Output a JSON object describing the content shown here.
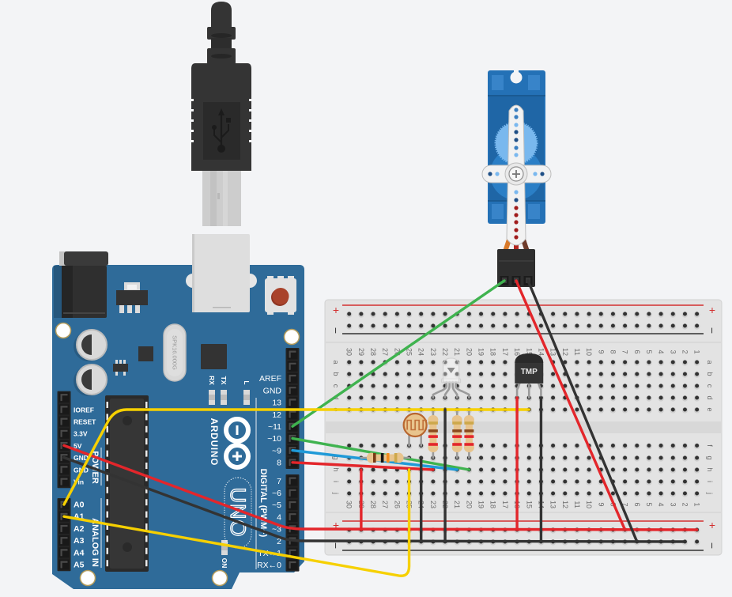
{
  "canvas": {
    "background": "#f3f4f6"
  },
  "usb_cable": {
    "connector_type": "USB-B",
    "icon": "usb-icon"
  },
  "arduino": {
    "brand": "ARDUINO",
    "model": "UNO",
    "logo_icon": "infinity-icon",
    "crystal_label": "SPK16.000G",
    "board_color": "#2f6b99",
    "labels": {
      "rx": "RX",
      "tx": "TX",
      "l": "L",
      "on": "ON",
      "power": "POWER",
      "analog": "ANALOG IN",
      "digital": "DIGITAL (PWM~)"
    },
    "headers": {
      "digital_upper": [
        "",
        "",
        "AREF",
        "GND",
        "13",
        "12",
        "~11",
        "~10",
        "~9",
        "8"
      ],
      "digital_lower": [
        "7",
        "~6",
        "~5",
        "4",
        "~3",
        "2",
        "TX→1",
        "RX←0"
      ],
      "power": [
        "",
        "IOREF",
        "RESET",
        "3.3V",
        "5V",
        "GND",
        "GND",
        "Vin"
      ],
      "analog": [
        "A0",
        "A1",
        "A2",
        "A3",
        "A4",
        "A5"
      ]
    }
  },
  "breadboard": {
    "column_labels": [
      "1",
      "2",
      "3",
      "4",
      "5",
      "6",
      "7",
      "8",
      "9",
      "10",
      "11",
      "12",
      "13",
      "14",
      "15",
      "16",
      "17",
      "18",
      "19",
      "20",
      "21",
      "22",
      "23",
      "24",
      "25",
      "26",
      "27",
      "28",
      "29",
      "30"
    ],
    "rows_upper": [
      "a",
      "b",
      "c",
      "d",
      "e"
    ],
    "rows_lower": [
      "f",
      "g",
      "h",
      "i",
      "j"
    ],
    "rail_plus_label": "+",
    "rail_minus_label": "−",
    "rail_plus_color": "#d32f2f",
    "rail_minus_color": "#333333"
  },
  "servo": {
    "pins": [
      "signal",
      "power",
      "ground"
    ],
    "lead_colors": {
      "signal": "#d97a2b",
      "power": "#b3261e",
      "ground": "#6e3b2a"
    },
    "body_color": "#2471b6"
  },
  "components": {
    "temperature_sensor": {
      "label": "TMP",
      "pins": [
        {
          "col": 16,
          "row": "d"
        },
        {
          "col": 15,
          "row": "d"
        },
        {
          "col": 14,
          "row": "d"
        }
      ]
    },
    "rgb_led": {
      "pins": [
        {
          "col": 23,
          "row": "d"
        },
        {
          "col": 22,
          "row": "d"
        },
        {
          "col": 21,
          "row": "d"
        },
        {
          "col": 20,
          "row": "d"
        }
      ]
    },
    "photoresistor": {
      "pins": [
        {
          "col": 25,
          "row": "f"
        },
        {
          "col": 24,
          "row": "f"
        }
      ]
    },
    "resistors": [
      {
        "from": {
          "col": 23,
          "row": "e"
        },
        "to": {
          "col": 23,
          "row": "g"
        },
        "bands": [
          "#cda84c",
          "#8b4a1e",
          "#e3262b",
          "#e3262b"
        ]
      },
      {
        "from": {
          "col": 21,
          "row": "e"
        },
        "to": {
          "col": 21,
          "row": "g"
        },
        "bands": [
          "#cda84c",
          "#8b4a1e",
          "#e3262b",
          "#e3262b"
        ]
      },
      {
        "from": {
          "col": 20,
          "row": "e"
        },
        "to": {
          "col": 20,
          "row": "g"
        },
        "bands": [
          "#cda84c",
          "#8b4a1e",
          "#e3262b",
          "#e3262b"
        ]
      },
      {
        "from": {
          "col": 29,
          "row": "g"
        },
        "to": {
          "col": 25,
          "row": "g"
        },
        "bands": [
          "#7a3a14",
          "#151515",
          "#f28c1c",
          "#cda84c"
        ]
      }
    ]
  },
  "wires": [
    {
      "color": "#3fb34f",
      "from": {
        "type": "arduino",
        "header": "digital_upper",
        "pin": "~11"
      },
      "to": {
        "type": "servo",
        "pin": "signal"
      }
    },
    {
      "color": "#3fb34f",
      "from": {
        "type": "arduino",
        "header": "digital_upper",
        "pin": "~10"
      },
      "to": {
        "type": "hole",
        "col": 20,
        "row": "h"
      }
    },
    {
      "color": "#1f9ad8",
      "from": {
        "type": "arduino",
        "header": "digital_upper",
        "pin": "~9"
      },
      "to": {
        "type": "hole",
        "col": 21,
        "row": "h"
      }
    },
    {
      "color": "#e3262b",
      "from": {
        "type": "arduino",
        "header": "digital_upper",
        "pin": "8"
      },
      "to": {
        "type": "hole",
        "col": 23,
        "row": "h"
      }
    },
    {
      "color": "#e3262b",
      "from": {
        "type": "arduino",
        "header": "power",
        "pin": "5V"
      },
      "to": {
        "type": "rail",
        "rail": "bottom+",
        "col": 1
      }
    },
    {
      "color": "#333333",
      "from": {
        "type": "arduino",
        "header": "power",
        "pin": "GND"
      },
      "to": {
        "type": "rail",
        "rail": "bottom-",
        "col": 2
      }
    },
    {
      "color": "#f6d000",
      "from": {
        "type": "arduino",
        "header": "analog",
        "pin": "A0"
      },
      "to": {
        "type": "hole",
        "col": 15,
        "row": "e"
      }
    },
    {
      "color": "#f6d000",
      "from": {
        "type": "arduino",
        "header": "analog",
        "pin": "A1"
      },
      "to": {
        "type": "hole",
        "col": 25,
        "row": "h"
      }
    },
    {
      "color": "#e3262b",
      "from": {
        "type": "servo",
        "pin": "power"
      },
      "to": {
        "type": "rail",
        "rail": "bottom+",
        "col": 7
      }
    },
    {
      "color": "#333333",
      "from": {
        "type": "servo",
        "pin": "ground"
      },
      "to": {
        "type": "rail",
        "rail": "bottom-",
        "col": 6
      }
    },
    {
      "color": "#e3262b",
      "from": {
        "type": "hole",
        "col": 16,
        "row": "d"
      },
      "to": {
        "type": "rail",
        "rail": "bottom+",
        "col": 16
      }
    },
    {
      "color": "#333333",
      "from": {
        "type": "hole",
        "col": 14,
        "row": "d"
      },
      "to": {
        "type": "rail",
        "rail": "bottom-",
        "col": 14
      }
    },
    {
      "color": "#333333",
      "from": {
        "type": "hole",
        "col": 22,
        "row": "e"
      },
      "to": {
        "type": "rail",
        "rail": "bottom-",
        "col": 22
      }
    },
    {
      "color": "#333333",
      "from": {
        "type": "hole",
        "col": 24,
        "row": "g"
      },
      "to": {
        "type": "rail",
        "rail": "bottom-",
        "col": 24
      }
    },
    {
      "color": "#e3262b",
      "from": {
        "type": "hole",
        "col": 29,
        "row": "h"
      },
      "to": {
        "type": "rail",
        "rail": "bottom+",
        "col": 29
      }
    }
  ]
}
